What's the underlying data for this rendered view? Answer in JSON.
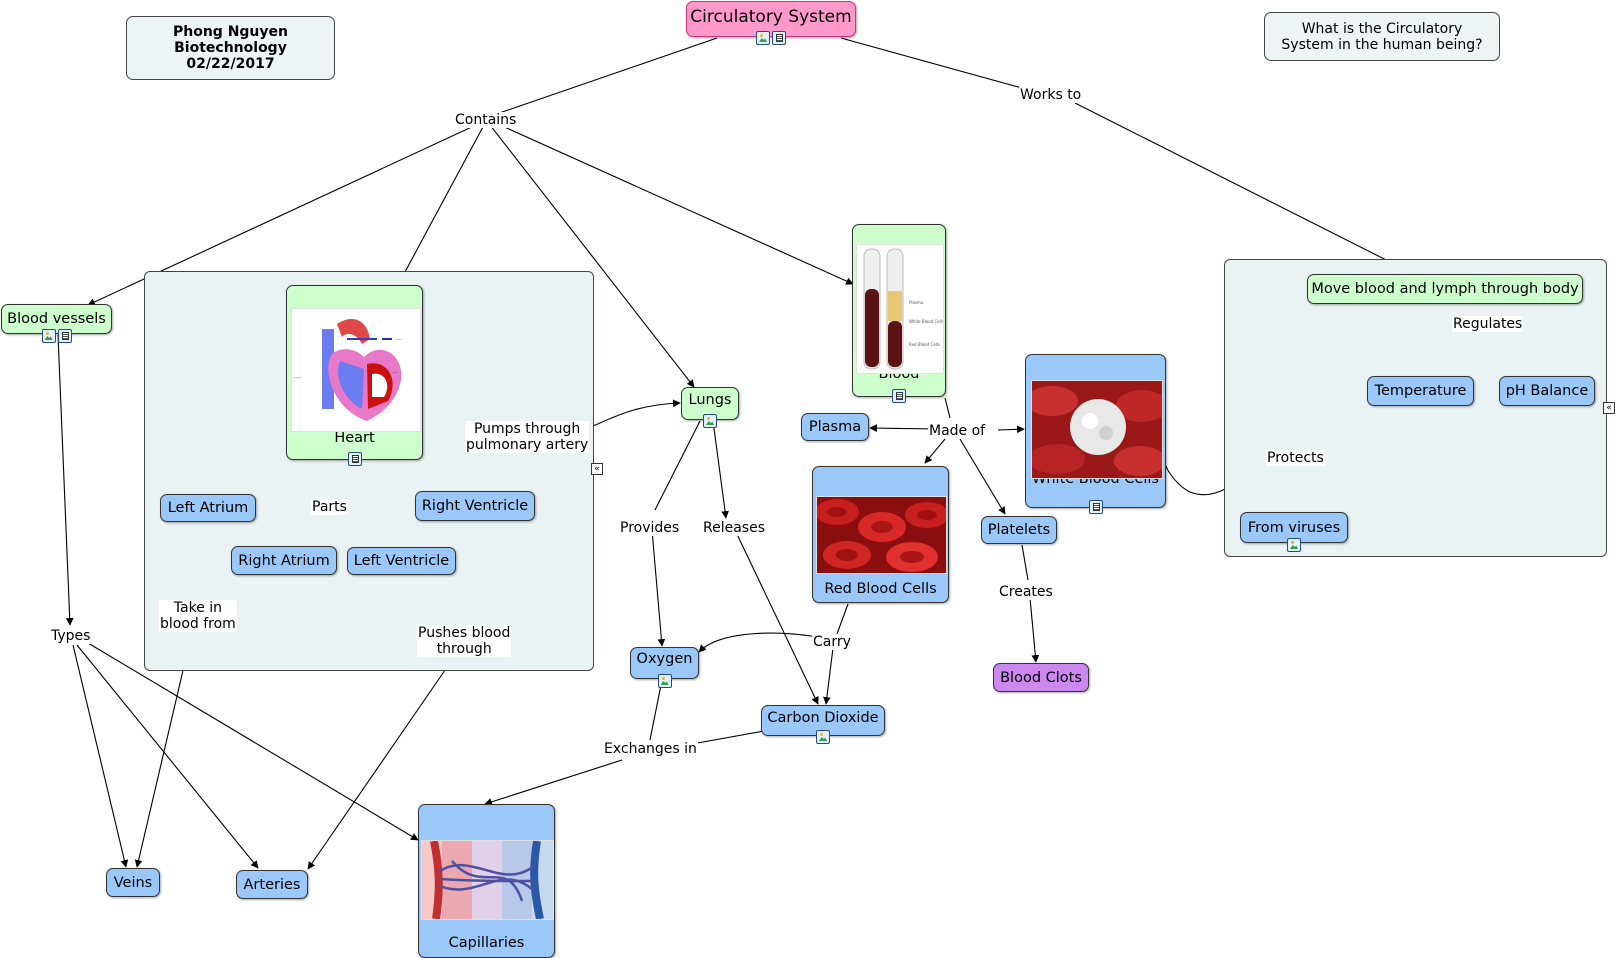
{
  "author_note": {
    "name": "Phong Nguyen",
    "subject": "Biotechnology",
    "date": "02/22/2017"
  },
  "question_note": "What is the Circulatory System in the human being?",
  "nodes": {
    "circulatory_system": "Circulatory System",
    "blood_vessels": "Blood vessels",
    "heart": "Heart",
    "lungs": "Lungs",
    "blood": "Blood",
    "plasma": "Plasma",
    "red_blood_cells": "Red Blood Cells",
    "white_blood_cells": "White Blood Cells",
    "platelets": "Platelets",
    "blood_clots": "Blood Clots",
    "move_blood": "Move blood and lymph through body",
    "temperature": "Temperature",
    "ph_balance": "pH Balance",
    "from_viruses": "From viruses",
    "left_atrium": "Left Atrium",
    "right_atrium": "Right Atrium",
    "right_ventricle": "Right Ventricle",
    "left_ventricle": "Left Ventricle",
    "oxygen": "Oxygen",
    "carbon_dioxide": "Carbon Dioxide",
    "capillaries": "Capillaries",
    "veins": "Veins",
    "arteries": "Arteries"
  },
  "links": {
    "contains": "Contains",
    "works_to": "Works to",
    "regulates": "Regulates",
    "protects": "Protects",
    "made_of": "Made of",
    "creates": "Creates",
    "parts": "Parts",
    "pumps_through_line1": "Pumps through",
    "pumps_through_line2": "pulmonary artery",
    "provides": "Provides",
    "releases": "Releases",
    "carry": "Carry",
    "exchanges_in": "Exchanges in",
    "types": "Types",
    "take_in_line1": "Take in",
    "take_in_line2": "blood from",
    "pushes_line1": "Pushes blood",
    "pushes_line2": "through"
  },
  "colors": {
    "concept_blue": "#99c8f9",
    "concept_green": "#ccffcc",
    "root_pink": "#ff99cc",
    "clots_purple": "#cc88ee",
    "group_bg": "#ebf2f4"
  }
}
